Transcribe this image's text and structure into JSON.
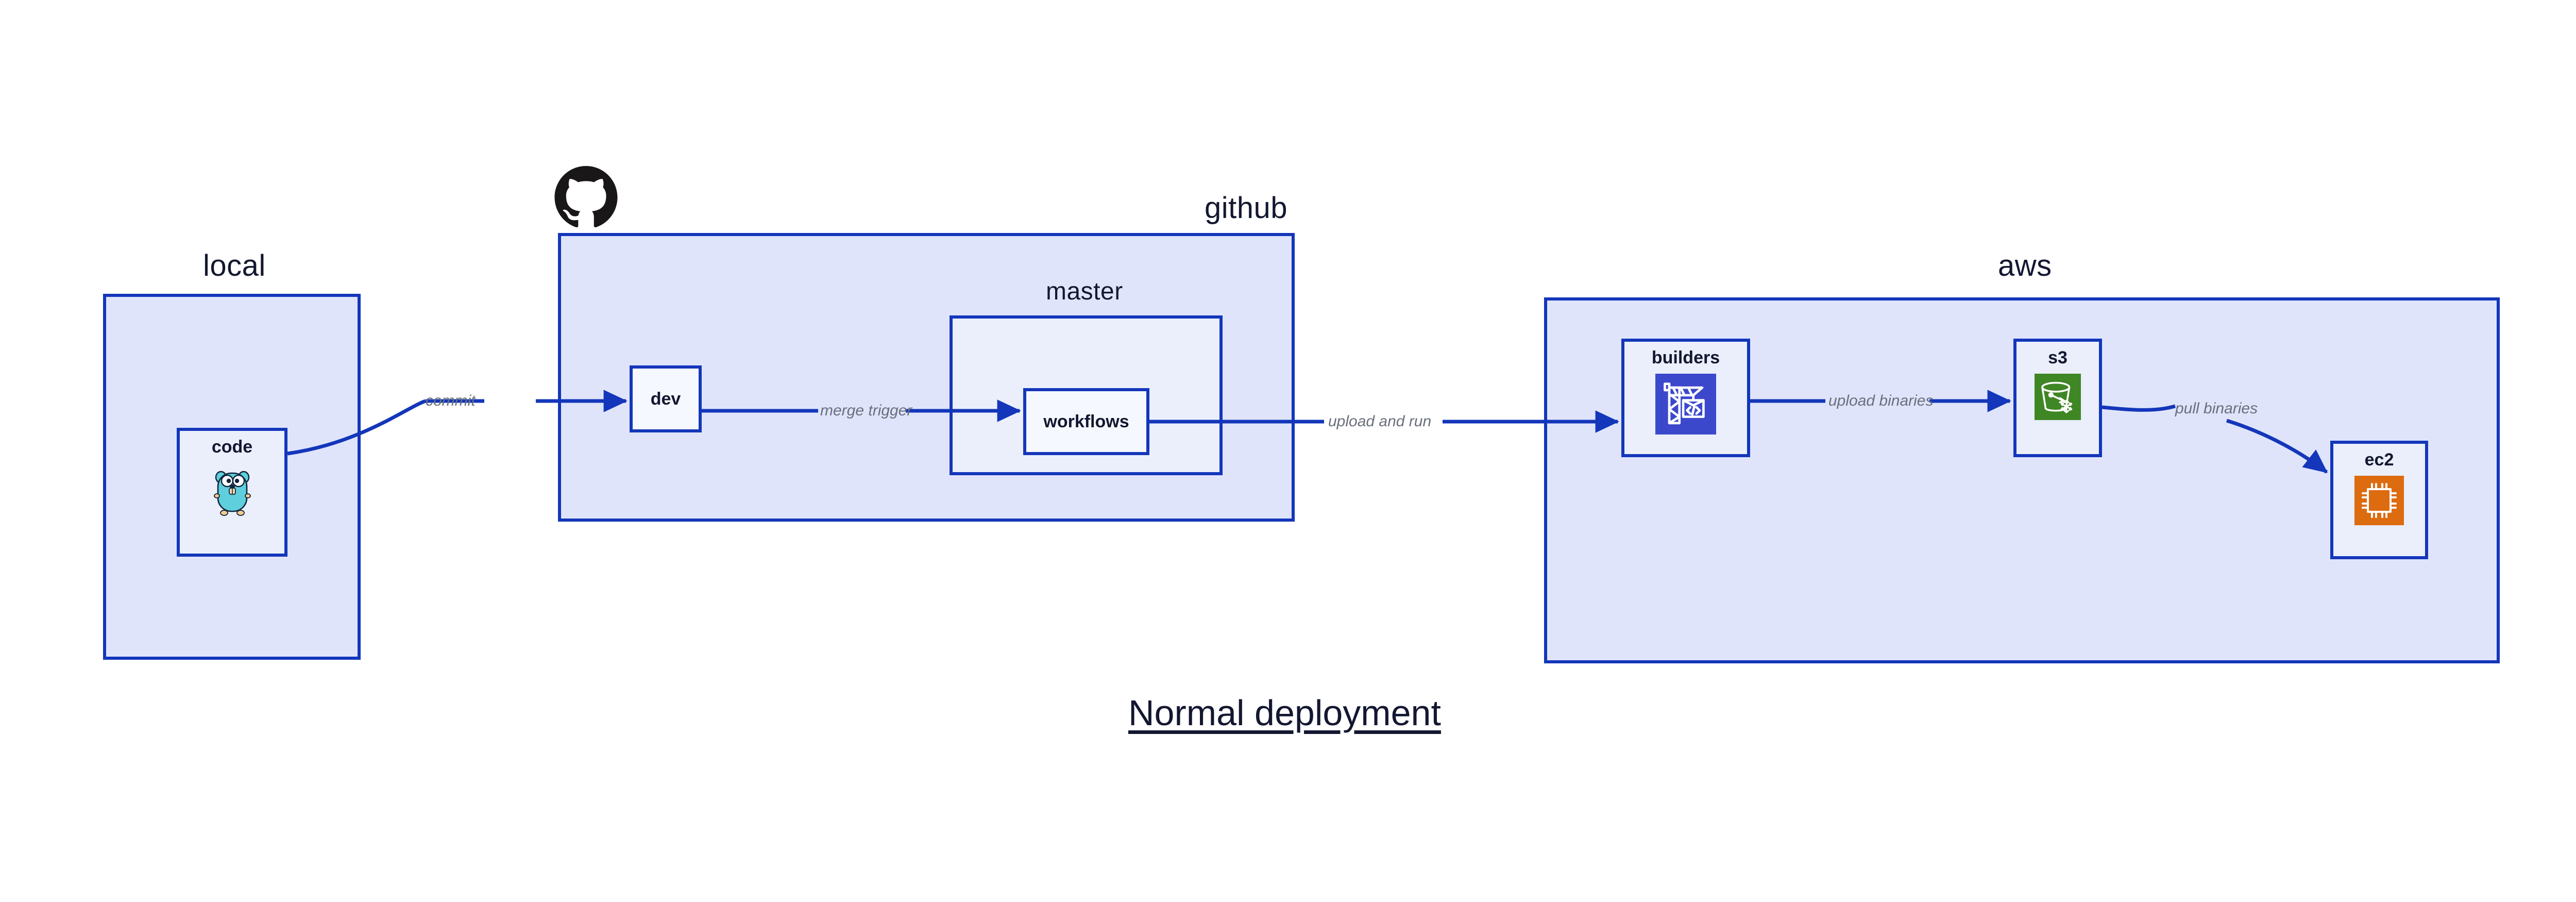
{
  "diagram": {
    "title": "Normal deployment",
    "background_color": "#ffffff",
    "accent_color": "#1336ba",
    "group_fill": "#dfe4fb",
    "node_fill": "#eaeffb",
    "label_color": "#6a6f7d",
    "text_color": "#131730"
  },
  "groups": {
    "local": {
      "label": "local"
    },
    "github": {
      "label": "github"
    },
    "master": {
      "label": "master"
    },
    "aws": {
      "label": "aws"
    }
  },
  "nodes": {
    "code": {
      "label": "code",
      "icon": "go-gopher-icon"
    },
    "dev": {
      "label": "dev"
    },
    "workflows": {
      "label": "workflows"
    },
    "builders": {
      "label": "builders",
      "icon": "aws-codebuild-crane-icon",
      "icon_color": "#3c48cc"
    },
    "s3": {
      "label": "s3",
      "icon": "aws-s3-bucket-icon",
      "icon_color": "#3f8624"
    },
    "ec2": {
      "label": "ec2",
      "icon": "aws-ec2-chip-icon",
      "icon_color": "#dd6b10"
    }
  },
  "edges": [
    {
      "id": "commit",
      "label": "commit",
      "from": "code",
      "to": "dev"
    },
    {
      "id": "merge-trigger",
      "label": "merge trigger",
      "from": "dev",
      "to": "workflows"
    },
    {
      "id": "upload-and-run",
      "label": "upload and run",
      "from": "workflows",
      "to": "builders"
    },
    {
      "id": "upload-binaries",
      "label": "upload binaries",
      "from": "builders",
      "to": "s3"
    },
    {
      "id": "pull-binaries",
      "label": "pull binaries",
      "from": "s3",
      "to": "ec2"
    }
  ],
  "branding": {
    "github_mark": "github-octocat-icon"
  }
}
